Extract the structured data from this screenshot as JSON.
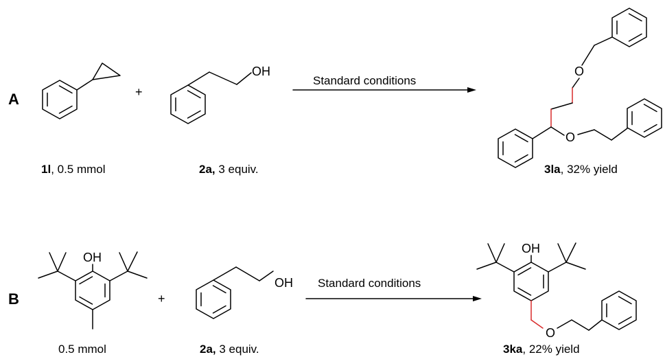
{
  "scheme_A": {
    "panel_label": "A",
    "plus": "+",
    "conditions": "Standard conditions",
    "reagent1": {
      "id": "1l",
      "rest": ", 0.5 mmol"
    },
    "reagent2": {
      "id": "2a,",
      "rest": " 3 equiv.",
      "oh": "OH"
    },
    "product": {
      "id": "3la",
      "rest": ", 32% yield",
      "o_top": "O",
      "o_bottom": "O"
    }
  },
  "scheme_B": {
    "panel_label": "B",
    "plus": "+",
    "conditions": "Standard conditions",
    "reagent1": {
      "label": "0.5 mmol",
      "oh": "OH"
    },
    "reagent2": {
      "id": "2a,",
      "rest": " 3 equiv.",
      "oh": "OH"
    },
    "product": {
      "id": "3ka",
      "rest": ",  22% yield",
      "oh": "OH",
      "o": "O"
    }
  },
  "colors": {
    "bond": "#000000",
    "new_bond": "#d92a2a"
  }
}
